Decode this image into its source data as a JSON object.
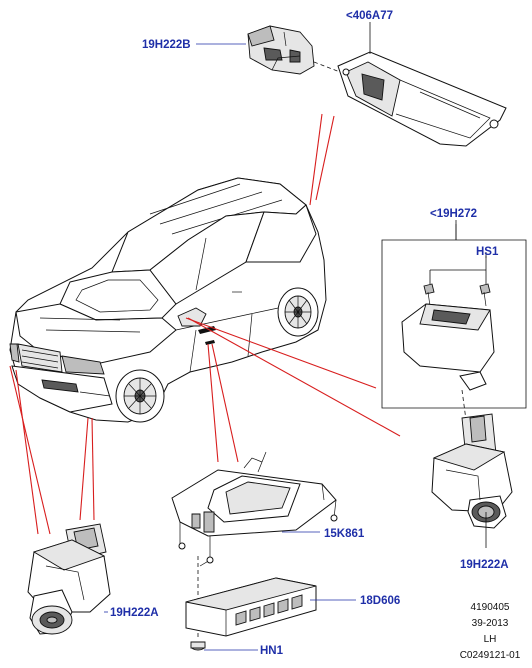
{
  "labels": {
    "rear_camera_connector": "19H222B",
    "rear_camera_housing": "<406A77",
    "side_camera_housing": "<19H272",
    "side_camera_screw": "HS1",
    "side_camera": "19H222A",
    "front_camera": "19H222A",
    "module_bracket": "15K861",
    "camera_module": "18D606",
    "module_nut": "HN1"
  },
  "reference": {
    "line1": "4190405",
    "line2": "39-2013",
    "line3": "LH",
    "line4": "C0249121-01"
  },
  "colors": {
    "label": "#1f2fa8",
    "leader_red": "#d81e1e",
    "line": "#111111",
    "background": "#ffffff"
  },
  "icons": [
    "vehicle-illustration",
    "rear-camera-icon",
    "side-camera-icon",
    "front-camera-icon",
    "control-module-icon",
    "bracket-icon"
  ]
}
